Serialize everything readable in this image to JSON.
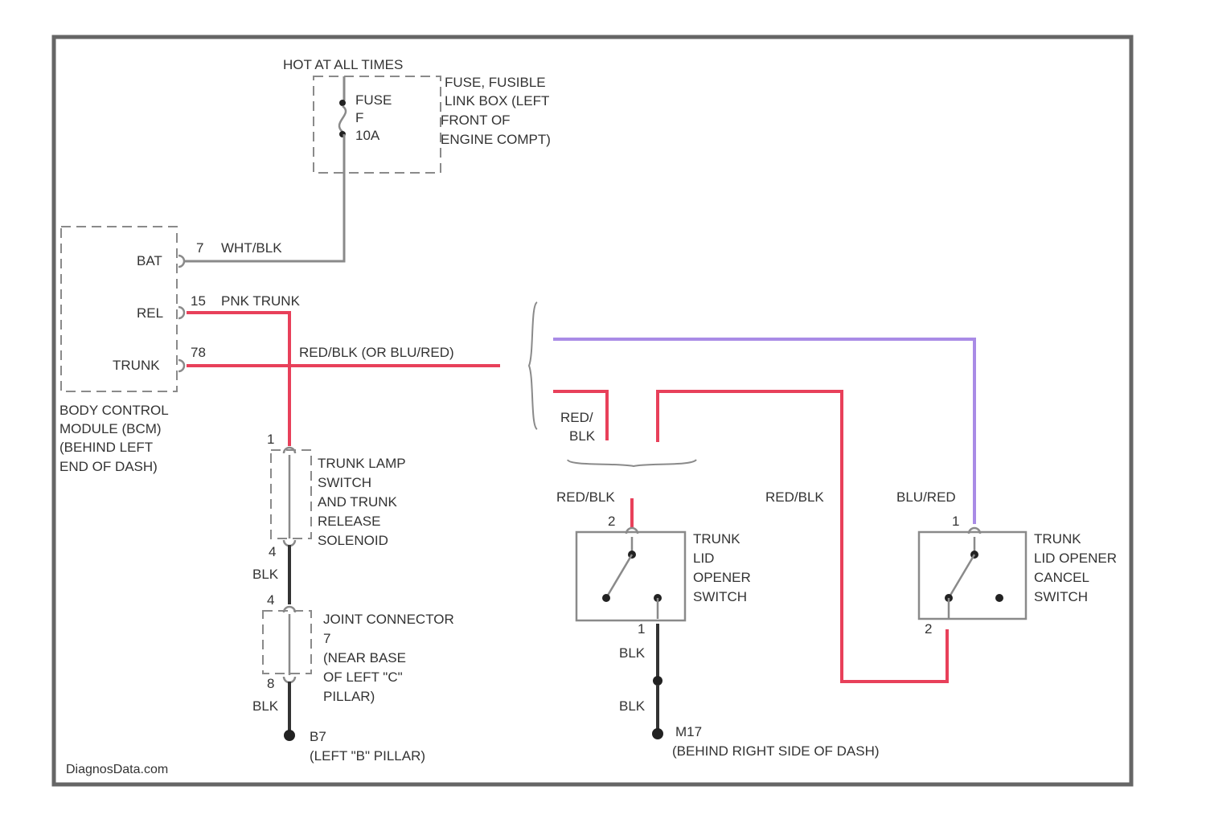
{
  "colors": {
    "red": "#e8405a",
    "purple": "#a98be6",
    "gray": "#8a8a8a",
    "black": "#333333",
    "frame": "#666666"
  },
  "labels": {
    "hot_at_all_times": "HOT AT ALL TIMES",
    "fuse_name": "FUSE",
    "fuse_number": "F",
    "fuse_rating": "10A",
    "fuse_box_desc": [
      "FUSE, FUSIBLE",
      "LINK BOX (LEFT",
      "FRONT OF",
      "ENGINE COMPT)"
    ],
    "bat_pin": "BAT",
    "rel_pin": "REL",
    "trunk_pin": "TRUNK",
    "bat_pin_no": "7",
    "rel_pin_no": "15",
    "trunk_pin_no": "78",
    "bat_wire": "WHT/BLK",
    "rel_wire": "PNK TRUNK",
    "trunk_wire": "RED/BLK (OR BLU/RED)",
    "bcm_desc": [
      "BODY CONTROL",
      "MODULE (BCM)",
      "(BEHIND LEFT",
      "END OF DASH)"
    ],
    "lamp_switch_desc": [
      "TRUNK LAMP",
      "SWITCH",
      "AND TRUNK",
      "RELEASE",
      "SOLENOID"
    ],
    "lamp_pin_top": "1",
    "lamp_pin_bottom": "4",
    "blk_1": "BLK",
    "joint_pin_top": "4",
    "joint_desc": [
      "JOINT CONNECTOR",
      "7",
      "(NEAR BASE",
      "OF LEFT \"C\"",
      "PILLAR)"
    ],
    "joint_pin_bottom": "8",
    "blk_2": "BLK",
    "ground_1": "B7",
    "ground_1_desc": "(LEFT \"B\" PILLAR)",
    "red_blk_brace": "RED/",
    "blk_brace": "BLK",
    "redblk_label_1": "RED/BLK",
    "redblk_label_2": "RED/BLK",
    "blured_label": "BLU/RED",
    "lid_switch_pin_top": "2",
    "lid_switch_pin_bottom": "1",
    "lid_switch_desc": [
      "TRUNK",
      "LID",
      "OPENER",
      "SWITCH"
    ],
    "cancel_pin_top": "1",
    "cancel_pin_bottom": "2",
    "cancel_desc": [
      "TRUNK",
      "LID OPENER",
      "CANCEL",
      "SWITCH"
    ],
    "blk_3": "BLK",
    "blk_4": "BLK",
    "ground_2": "M17",
    "ground_2_desc": "(BEHIND RIGHT SIDE OF DASH)",
    "watermark": "DiagnosData.com"
  },
  "icons": [
    "ground-point-icon",
    "switch-contact-icon",
    "splice-dot-icon"
  ]
}
